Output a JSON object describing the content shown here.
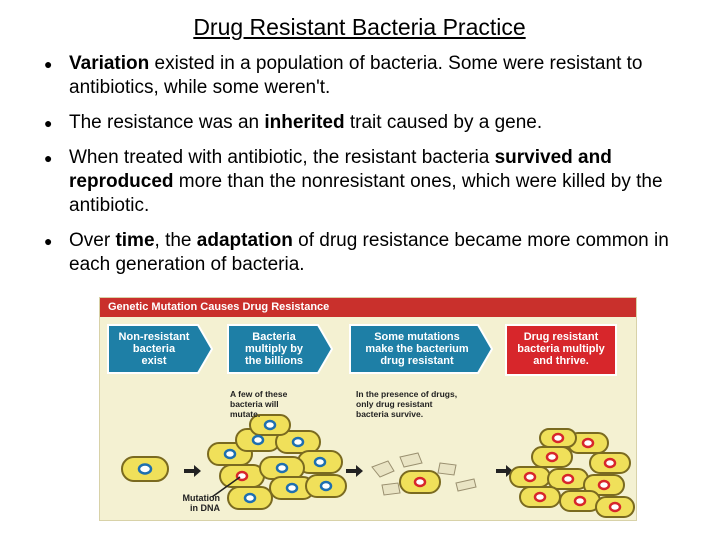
{
  "title": "Drug Resistant Bacteria Practice",
  "bullets": [
    {
      "b1": "Variation",
      "t1": " existed in a population of bacteria. Some were resistant to antibiotics, while some weren't."
    },
    {
      "t1": "The resistance was an ",
      "b1": "inherited",
      "t2": " trait caused by a gene."
    },
    {
      "t1": "When treated with antibiotic, the resistant bacteria ",
      "b1": "survived and reproduced",
      "t2": " more than the nonresistant ones, which were killed by the antibiotic."
    },
    {
      "t1": "Over ",
      "b1": "time",
      "t2": ", the ",
      "b2": "adaptation",
      "t3": " of drug resistance became more common in each generation of bacteria."
    }
  ],
  "figure": {
    "header": "Genetic Mutation Causes Drug Resistance",
    "steps": [
      {
        "line1": "Non-resistant",
        "line2": "bacteria",
        "line3": "exist"
      },
      {
        "line1": "Bacteria",
        "line2": "multiply by",
        "line3": "the billions"
      },
      {
        "line1": "Some mutations",
        "line2": "make the bacterium",
        "line3": "drug resistant"
      },
      {
        "line1": "Drug resistant",
        "line2": "bacteria multiply",
        "line3": "and thrive."
      }
    ],
    "notes": [
      {
        "line1": "A few of these",
        "line2": "bacteria will",
        "line3": "mutate."
      },
      {
        "line1": "In the presence of drugs,",
        "line2": "only drug resistant",
        "line3": "bacteria survive."
      }
    ],
    "mutation_label": {
      "line1": "Mutation",
      "line2": "in DNA"
    },
    "colors": {
      "header": "#c9302c",
      "blue_arrow": "#1e7fa6",
      "red_box": "#d7262b",
      "cell_fill": "#f0e05a",
      "cell_outline": "#7a6a20",
      "resistant_mark": "#d7262b",
      "normal_mark": "#1e6fb0"
    }
  }
}
